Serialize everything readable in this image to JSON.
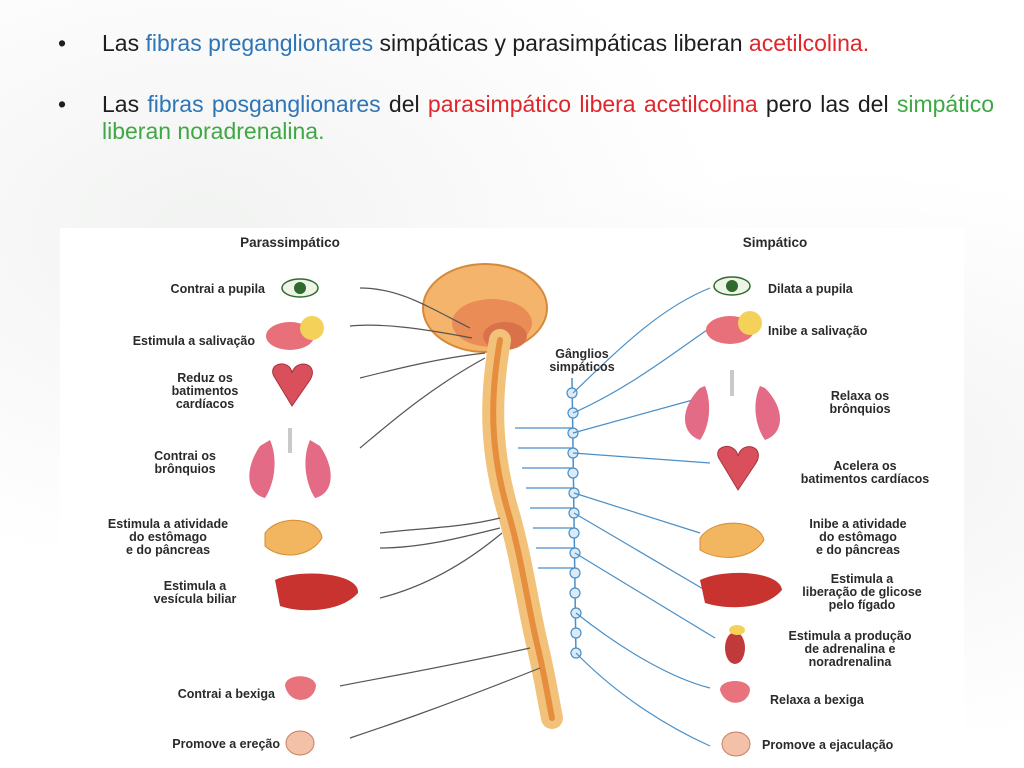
{
  "bullets": [
    {
      "segments": [
        {
          "text": "Las ",
          "color": "default"
        },
        {
          "text": "fibras preganglionares",
          "color": "blue"
        },
        {
          "text": " simpáticas y parasimpáticas liberan ",
          "color": "default"
        },
        {
          "text": "acetilcolina.",
          "color": "red"
        }
      ]
    },
    {
      "segments": [
        {
          "text": "Las ",
          "color": "default"
        },
        {
          "text": "fibras posganglionares",
          "color": "blue"
        },
        {
          "text": " del ",
          "color": "default"
        },
        {
          "text": "parasimpático libera acetilcolina",
          "color": "red"
        },
        {
          "text": " pero las del ",
          "color": "default"
        },
        {
          "text": "simpático liberan noradrenalina.",
          "color": "green"
        }
      ]
    }
  ],
  "colors": {
    "blue": "#2e75b6",
    "red": "#e0262b",
    "green": "#3fa845",
    "default": "#1e1e1e"
  },
  "diagram": {
    "parasympathetic_title": "Parassimpático",
    "sympathetic_title": "Simpático",
    "ganglia_label": "Gânglios\nsimpáticos",
    "parasympathetic_labels": [
      "Contrai a pupila",
      "Estimula a salivação",
      "Reduz os\nbatimentos\ncardíacos",
      "Contrai os\nbrônquios",
      "Estimula a atividade\ndo estômago\ne do pâncreas",
      "Estimula a\nvesícula biliar",
      "Contrai a bexiga",
      "Promove a ereção"
    ],
    "sympathetic_labels": [
      "Dilata a pupila",
      "Inibe a salivação",
      "Relaxa os\nbrônquios",
      "Acelera os\nbatimentos cardíacos",
      "Inibe a atividade\ndo estômago\ne do pâncreas",
      "Estimula a\nliberação de glicose\npelo fígado",
      "Estimula a produção\nde adrenalina e\nnoradrenalina",
      "Relaxa a bexiga",
      "Promove a ejaculação"
    ],
    "organ_icons": [
      "eye-icon",
      "salivary-gland-icon",
      "heart-icon",
      "lungs-icon",
      "stomach-icon",
      "liver-icon",
      "kidney-adrenal-icon",
      "bladder-icon",
      "genital-icon"
    ]
  }
}
